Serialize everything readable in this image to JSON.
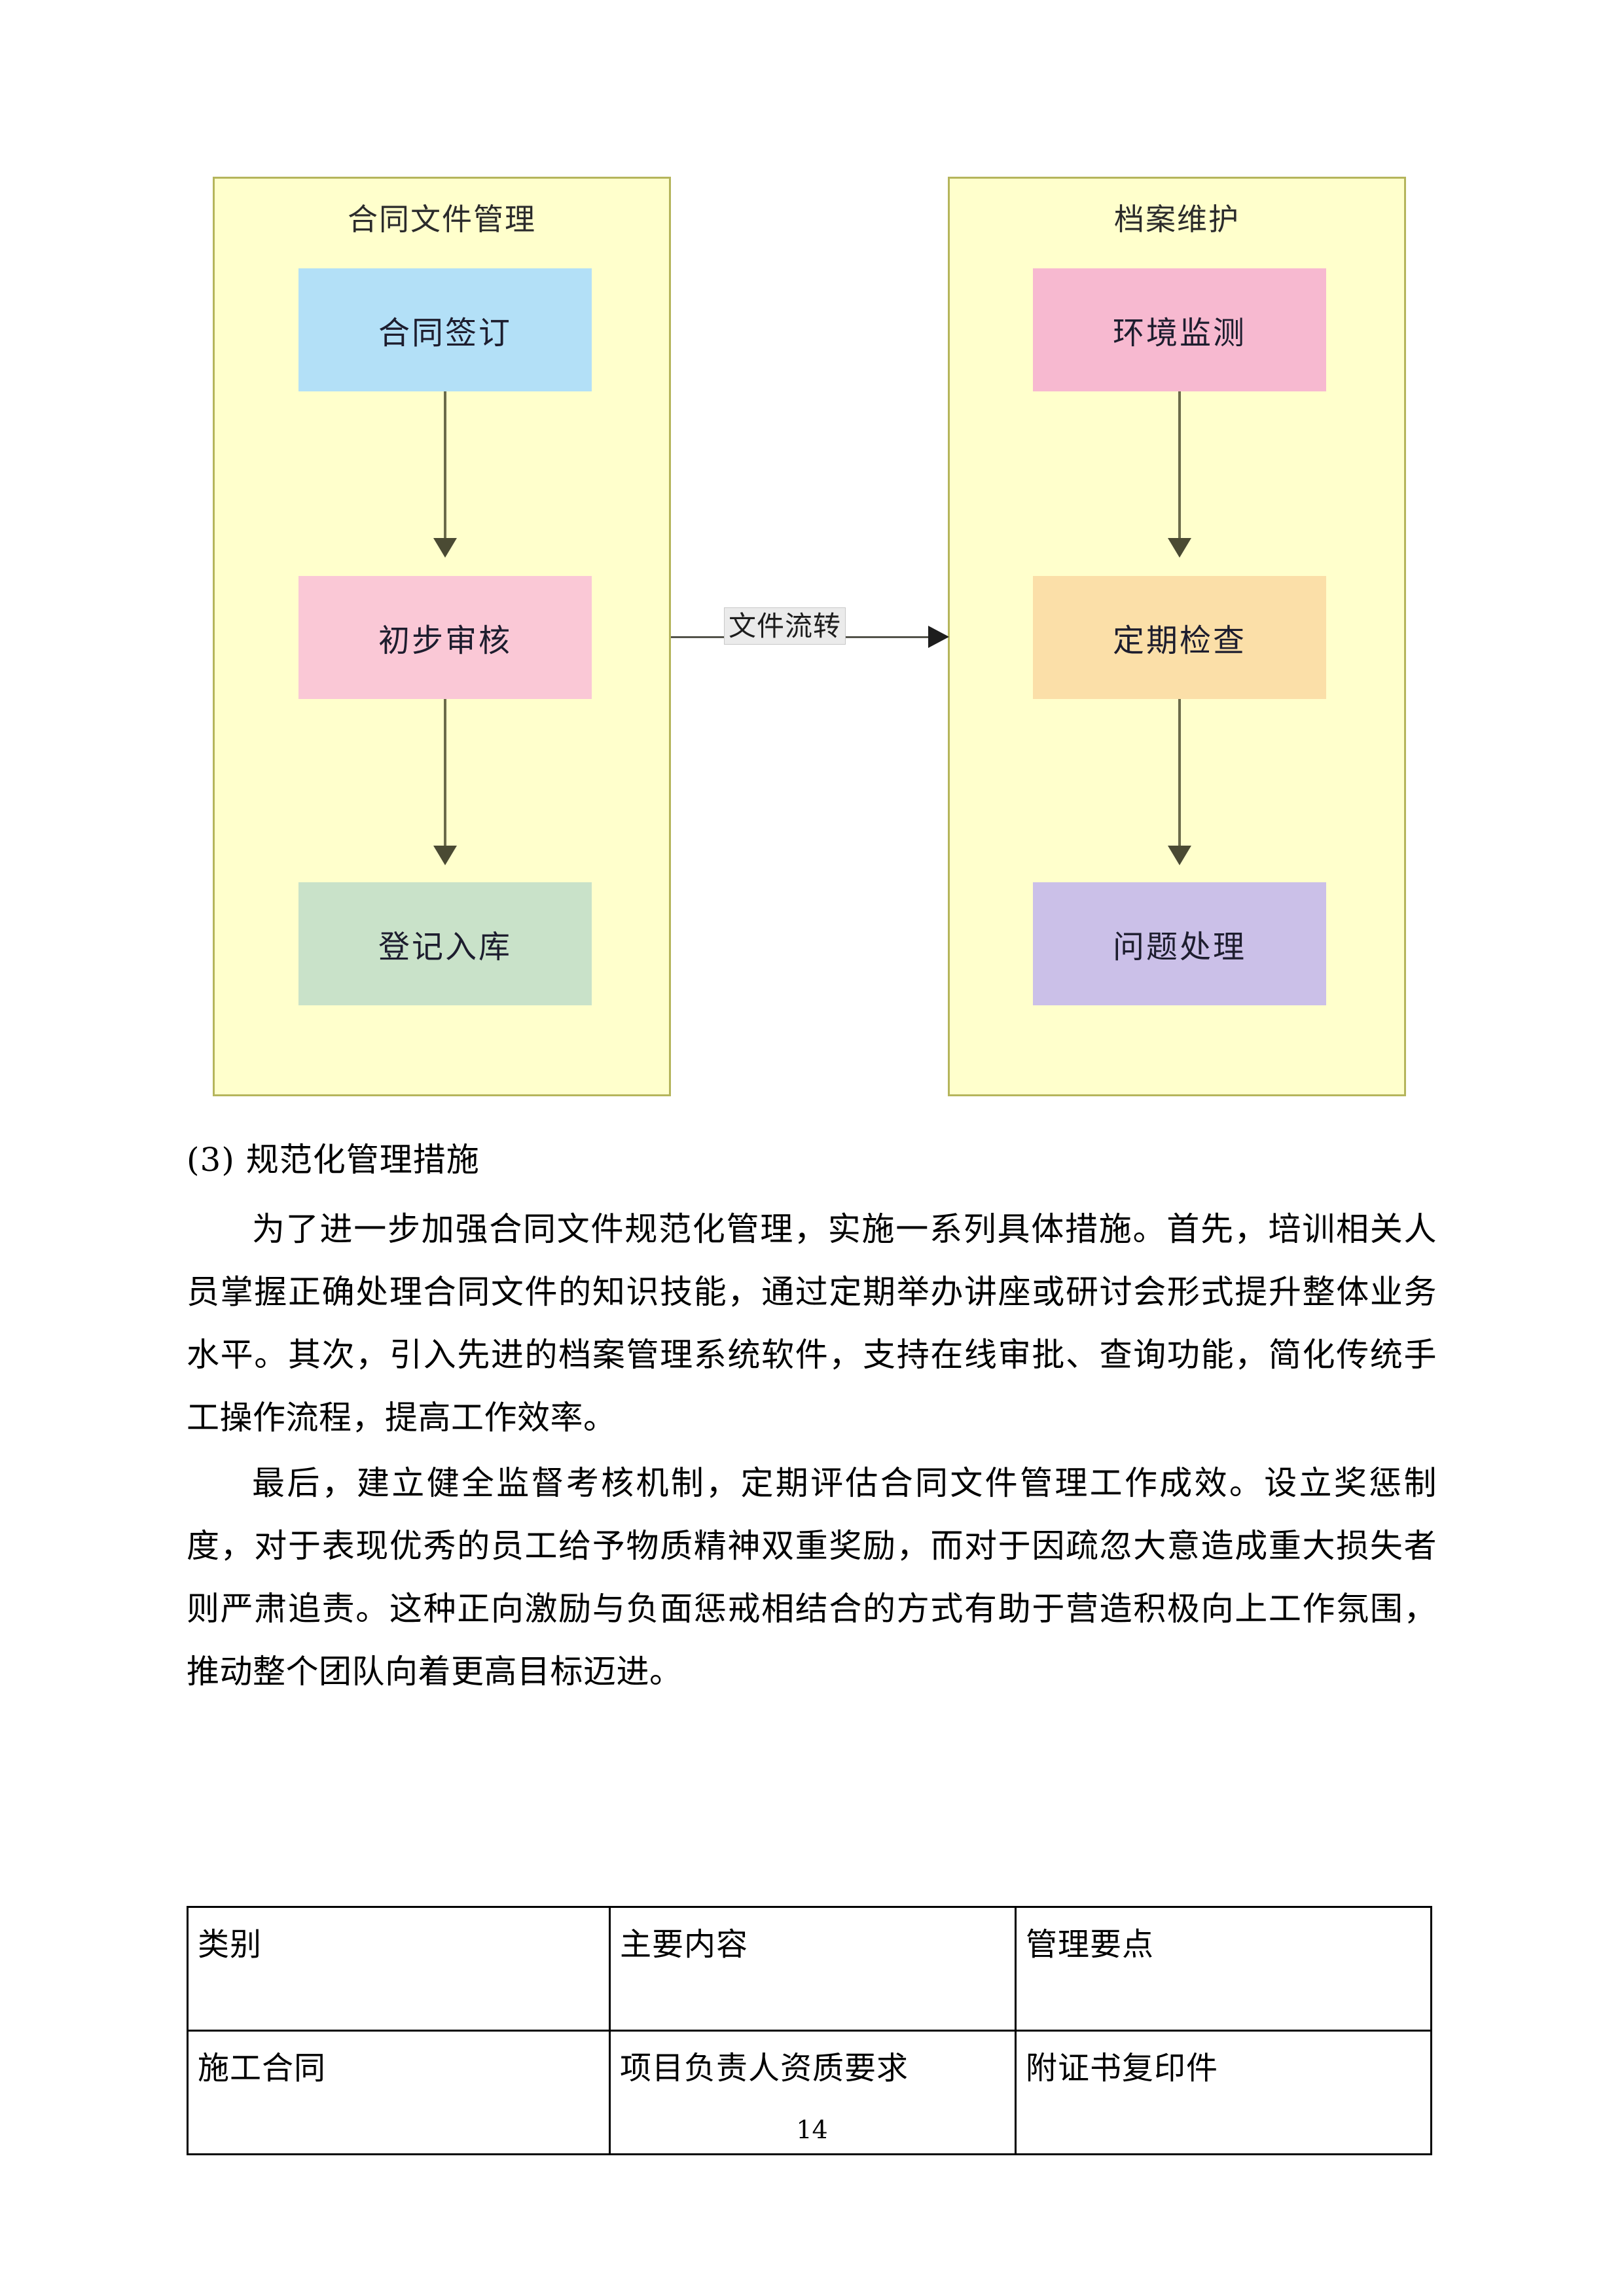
{
  "diagram": {
    "clusters": [
      {
        "title": "合同文件管理",
        "nodes": [
          {
            "label": "合同签订",
            "color": "#b3e0f7"
          },
          {
            "label": "初步审核",
            "color": "#fac8d6"
          },
          {
            "label": "登记入库",
            "color": "#c9e2c9"
          }
        ]
      },
      {
        "title": "档案维护",
        "nodes": [
          {
            "label": "环境监测",
            "color": "#f7b9d0"
          },
          {
            "label": "定期检查",
            "color": "#fbdfa8"
          },
          {
            "label": "问题处理",
            "color": "#cbc0e8"
          }
        ]
      }
    ],
    "edge_label": "文件流转",
    "cluster_fill": "#ffffcc",
    "cluster_border": "#b5b55c",
    "connector_color": "#6b6b4a"
  },
  "body": {
    "heading": "(3) 规范化管理措施",
    "paragraphs": [
      "为了进一步加强合同文件规范化管理，实施一系列具体措施。首先，培训相关人员掌握正确处理合同文件的知识技能，通过定期举办讲座或研讨会形式提升整体业务水平。其次，引入先进的档案管理系统软件，支持在线审批、查询功能，简化传统手工操作流程，提高工作效率。",
      "最后，建立健全监督考核机制，定期评估合同文件管理工作成效。设立奖惩制度，对于表现优秀的员工给予物质精神双重奖励，而对于因疏忽大意造成重大损失者则严肃追责。这种正向激励与负面惩戒相结合的方式有助于营造积极向上工作氛围，推动整个团队向着更高目标迈进。"
    ]
  },
  "table": {
    "headers": [
      "类别",
      "主要内容",
      "管理要点"
    ],
    "rows": [
      [
        "施工合同",
        "项目负责人资质要求",
        "附证书复印件"
      ]
    ]
  },
  "footer": {
    "page_number": "14"
  }
}
